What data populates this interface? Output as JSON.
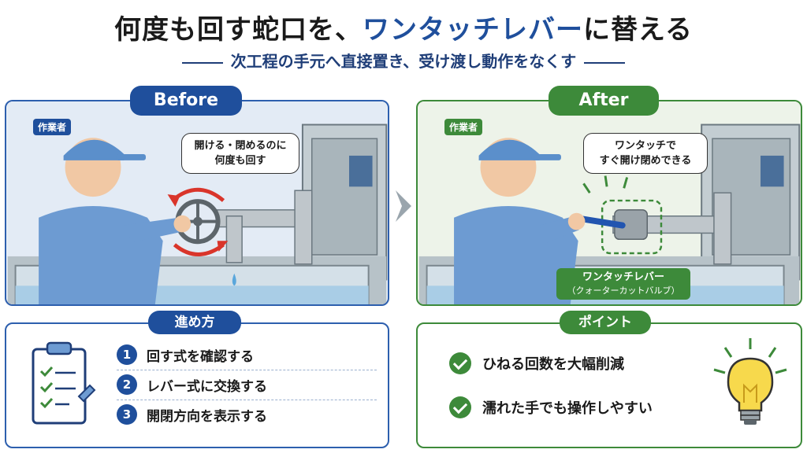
{
  "header": {
    "title_prefix": "何度も回す蛇口を、",
    "title_accent": "ワンタッチレバー",
    "title_suffix": "に替える",
    "subtitle": "次工程の手元へ直接置き、受け渡し動作をなくす"
  },
  "before": {
    "heading": "Before",
    "worker_tag": "作業者",
    "bubble_line1": "開ける・閉めるのに",
    "bubble_line2": "何度も回す"
  },
  "after": {
    "heading": "After",
    "worker_tag": "作業者",
    "bubble_line1": "ワンタッチで",
    "bubble_line2": "すぐ開け閉めできる",
    "lever_label": "ワンタッチレバー",
    "lever_sublabel": "（クォーターカットバルブ）"
  },
  "steps": {
    "heading": "進め方",
    "items": [
      {
        "num": "1",
        "text": "回す式を確認する"
      },
      {
        "num": "2",
        "text": "レバー式に交換する"
      },
      {
        "num": "3",
        "text": "開閉方向を表示する"
      }
    ]
  },
  "points": {
    "heading": "ポイント",
    "items": [
      {
        "text": "ひねる回数を大幅削減"
      },
      {
        "text": "濡れた手でも操作しやすい"
      }
    ]
  },
  "colors": {
    "blue": "#1f4f9c",
    "green": "#3d8a3a",
    "red": "#d9352b"
  },
  "icons": [
    "clipboard-icon",
    "check-icon",
    "lightbulb-icon",
    "chevron-right-icon",
    "rotate-arrows-icon"
  ]
}
